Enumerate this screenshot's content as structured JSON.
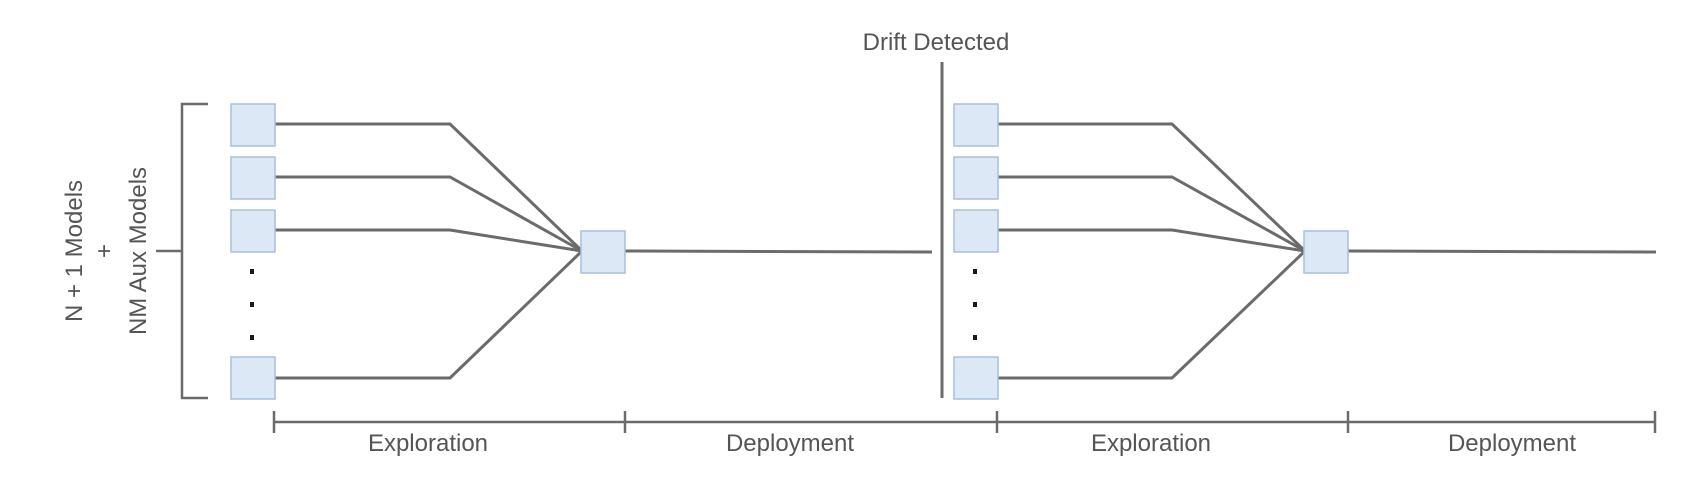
{
  "drift_label": "Drift Detected",
  "bracket_label": {
    "line1": "N + 1 Models",
    "line2": "+",
    "line3": "NM Aux Models"
  },
  "phases": [
    {
      "label": "Exploration"
    },
    {
      "label": "Deployment"
    },
    {
      "label": "Exploration"
    },
    {
      "label": "Deployment"
    }
  ],
  "colors": {
    "model_box_fill": "#dde8f7",
    "model_box_stroke": "#a9bfdc",
    "line": "#6b6b6b",
    "text": "#555555"
  }
}
